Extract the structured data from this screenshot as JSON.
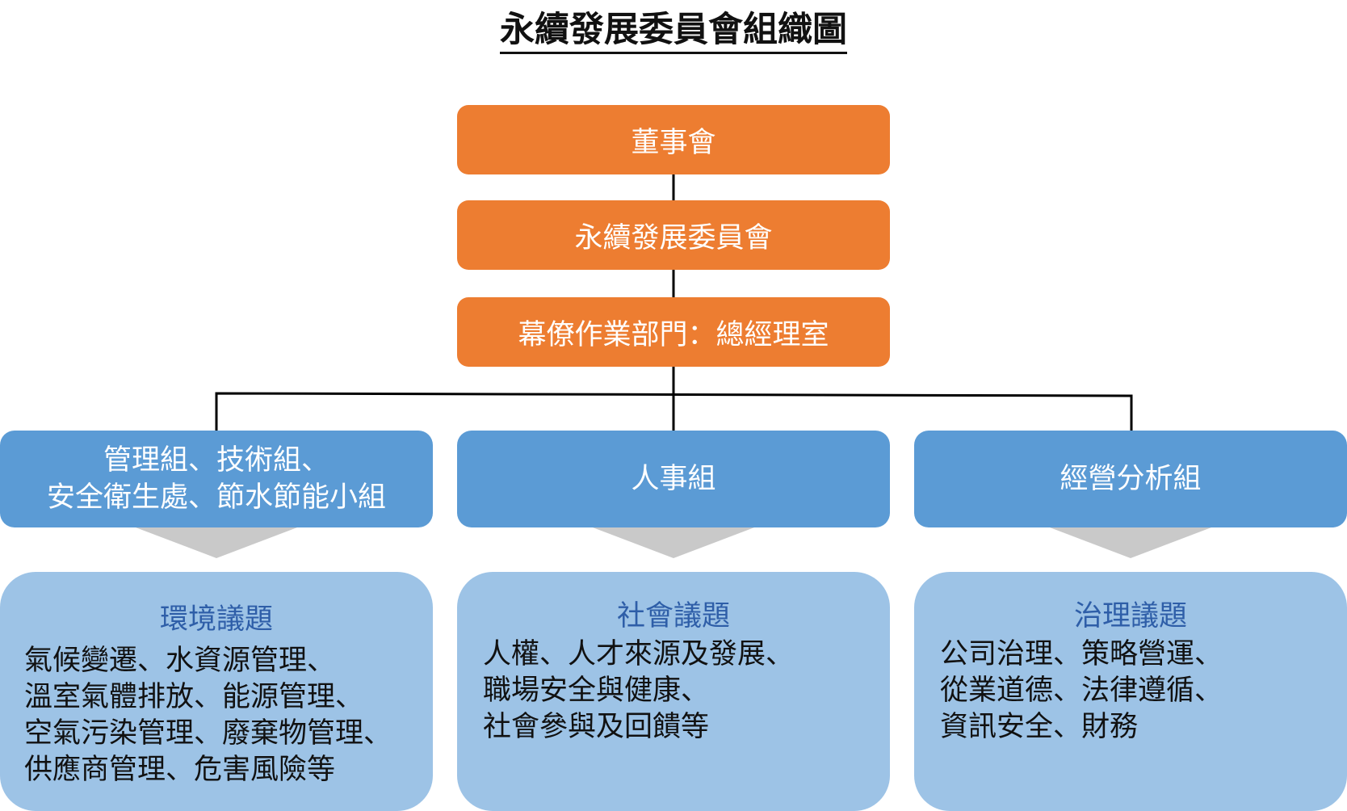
{
  "title": "永續發展委員會組織圖",
  "hierarchy": {
    "board": "董事會",
    "committee": "永續發展委員會",
    "staff": "幕僚作業部門：總經理室"
  },
  "groups": [
    {
      "lines": [
        "管理組、技術組、",
        "安全衛生處、節水節能小組"
      ],
      "topic": "環境議題",
      "items": [
        "氣候變遷、水資源管理、",
        "溫室氣體排放、能源管理、",
        "空氣污染管理、廢棄物管理、",
        "供應商管理、危害風險等"
      ]
    },
    {
      "lines": [
        "人事組"
      ],
      "topic": "社會議題",
      "items": [
        "人權、人才來源及發展、",
        "職場安全與健康、",
        "社會參與及回饋等"
      ]
    },
    {
      "lines": [
        "經營分析組"
      ],
      "topic": "治理議題",
      "items": [
        "公司治理、策略營運、",
        "從業道德、法律遵循、",
        "資訊安全、財務"
      ]
    }
  ],
  "colors": {
    "orange": "#ed7d31",
    "blue": "#5b9bd5",
    "light_blue": "#9dc3e6",
    "topic_text": "#2e5ea8",
    "arrow": "#c9c9c9"
  }
}
